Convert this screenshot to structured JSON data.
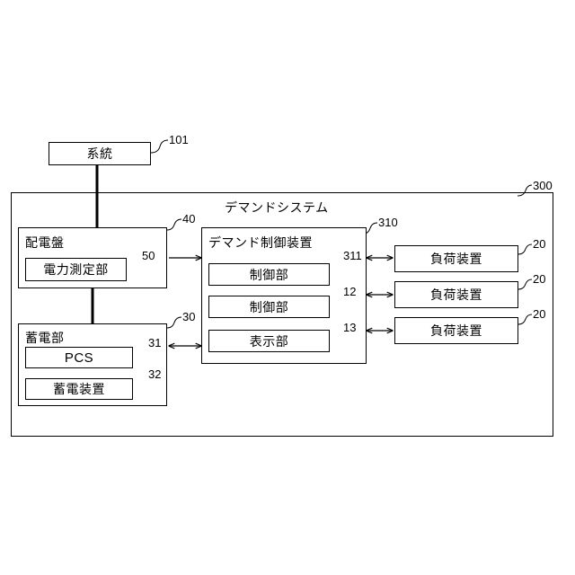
{
  "grid_source": {
    "label": "系統",
    "ref": "101"
  },
  "demand_system": {
    "title": "デマンドシステム",
    "ref": "300"
  },
  "distribution_board": {
    "title": "配電盤",
    "ref": "40"
  },
  "power_meter": {
    "label": "電力測定部",
    "ref": "50"
  },
  "storage_unit": {
    "title": "蓄電部",
    "ref": "30"
  },
  "pcs": {
    "label": "PCS",
    "ref": "31"
  },
  "storage_device": {
    "label": "蓄電装置",
    "ref": "32"
  },
  "demand_controller": {
    "title": "デマンド制御装置",
    "ref": "310"
  },
  "controller_modules": [
    {
      "label": "制御部",
      "ref": "311"
    },
    {
      "label": "制御部",
      "ref": "12"
    },
    {
      "label": "表示部",
      "ref": "13"
    }
  ],
  "load_devices": [
    {
      "label": "負荷装置",
      "ref": "20"
    },
    {
      "label": "負荷装置",
      "ref": "20"
    },
    {
      "label": "負荷装置",
      "ref": "20"
    }
  ]
}
